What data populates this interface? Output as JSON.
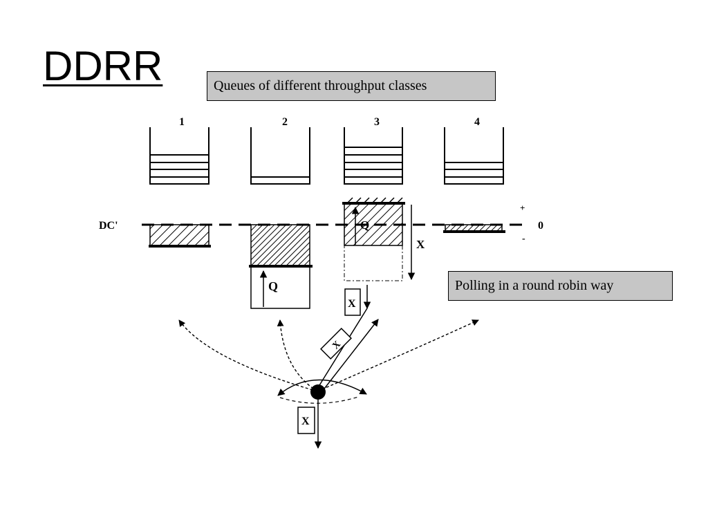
{
  "slide": {
    "title": "DDRR"
  },
  "callouts": {
    "queues": "Queues of different throughput classes",
    "polling": "Polling in a round robin way"
  },
  "diagram": {
    "queue_numbers": [
      "1",
      "2",
      "3",
      "4"
    ],
    "deficit_counter_label": "DC'",
    "zero_label": "0",
    "plus_label": "+",
    "minus_label": "-",
    "quantum_label": "Q",
    "packet_label": "X",
    "colors": {
      "stroke": "#000000",
      "callout_fill": "#c6c6c6"
    }
  }
}
